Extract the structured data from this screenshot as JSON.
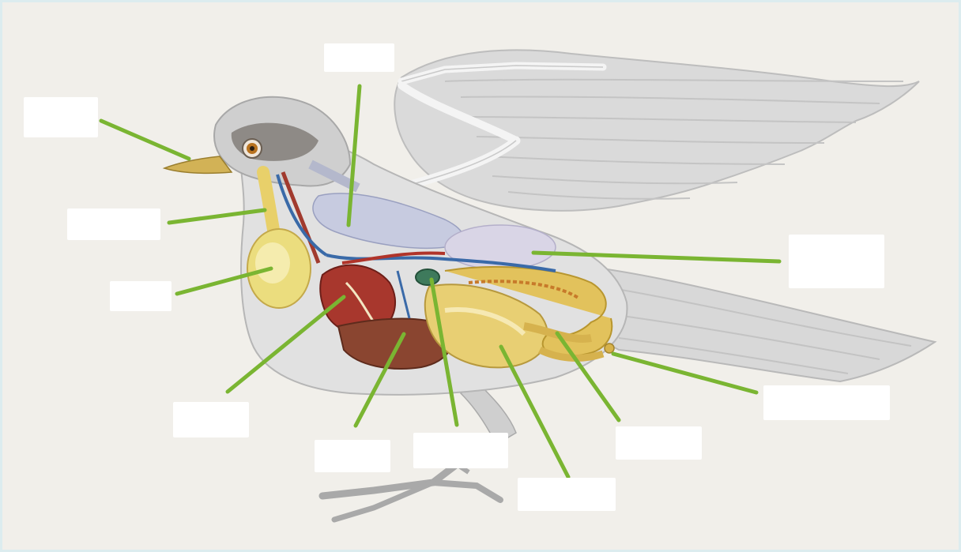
{
  "caption": "",
  "colors": {
    "leader": "#7ab532",
    "background": "#f1efea",
    "box": "#ffffff",
    "feather": "#d6d6d6",
    "crop": "#e9db7e",
    "heart": "#a8372d",
    "liver": "#8a4530",
    "intestine": "#e2c25c",
    "vein": "#3a6aa8",
    "artery": "#b0342a"
  },
  "labels": [
    {
      "id": "beak",
      "text": ""
    },
    {
      "id": "trachea",
      "text": ""
    },
    {
      "id": "lung",
      "text": ""
    },
    {
      "id": "esophagus",
      "text": ""
    },
    {
      "id": "air-sac",
      "text": ""
    },
    {
      "id": "crop",
      "text": ""
    },
    {
      "id": "heart",
      "text": ""
    },
    {
      "id": "liver",
      "text": ""
    },
    {
      "id": "gallbladder",
      "text": ""
    },
    {
      "id": "gizzard",
      "text": ""
    },
    {
      "id": "intestine",
      "text": ""
    },
    {
      "id": "cloaca",
      "text": ""
    }
  ]
}
